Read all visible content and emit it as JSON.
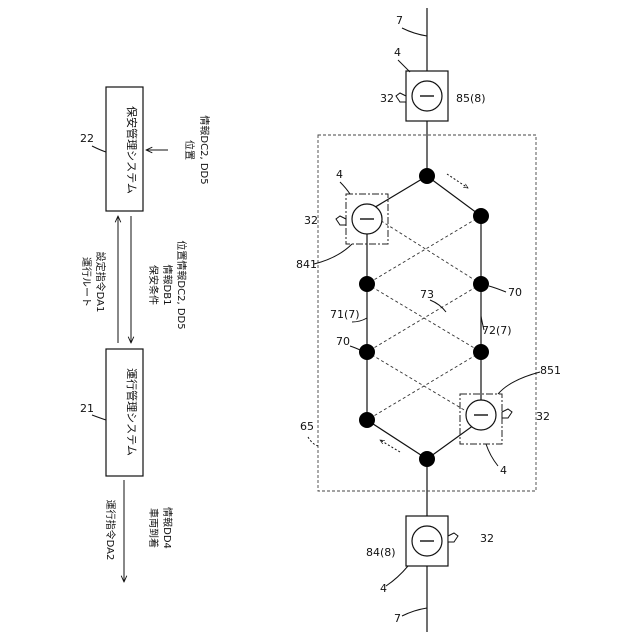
{
  "systems": {
    "maintenance": {
      "ref": "22",
      "name": "保安管理システム"
    },
    "operation": {
      "ref": "21",
      "name": "運行管理システム"
    }
  },
  "messages": {
    "position_in": [
      "位置",
      "情報DC2, DD5"
    ],
    "route_command": [
      "運行ルート",
      "設定指令DA1"
    ],
    "maintenance_cond": [
      "保安条件",
      "情報DB1"
    ],
    "position_out": "位置情報DC2, DD5",
    "run_command": "運行指令DA2",
    "arrival": [
      "車両到着",
      "情報DD4"
    ]
  },
  "diagram": {
    "track_ref_top": "7",
    "track_ref_bottom": "7",
    "vehicle_ref_top": "4",
    "vehicle_ref_bottom": "4",
    "vehicle_ref_841": "4",
    "vehicle_ref_851": "4",
    "ref_32_a": "32",
    "ref_32_b": "32",
    "ref_32_c": "32",
    "ref_32_d": "32",
    "ref_85_8": "85(8)",
    "ref_84_8": "84(8)",
    "ref_841": "841",
    "ref_851": "851",
    "ref_71_7": "71(7)",
    "ref_72_7": "72(7)",
    "ref_73": "73",
    "ref_70_a": "70",
    "ref_70_b": "70",
    "ref_65": "65"
  }
}
